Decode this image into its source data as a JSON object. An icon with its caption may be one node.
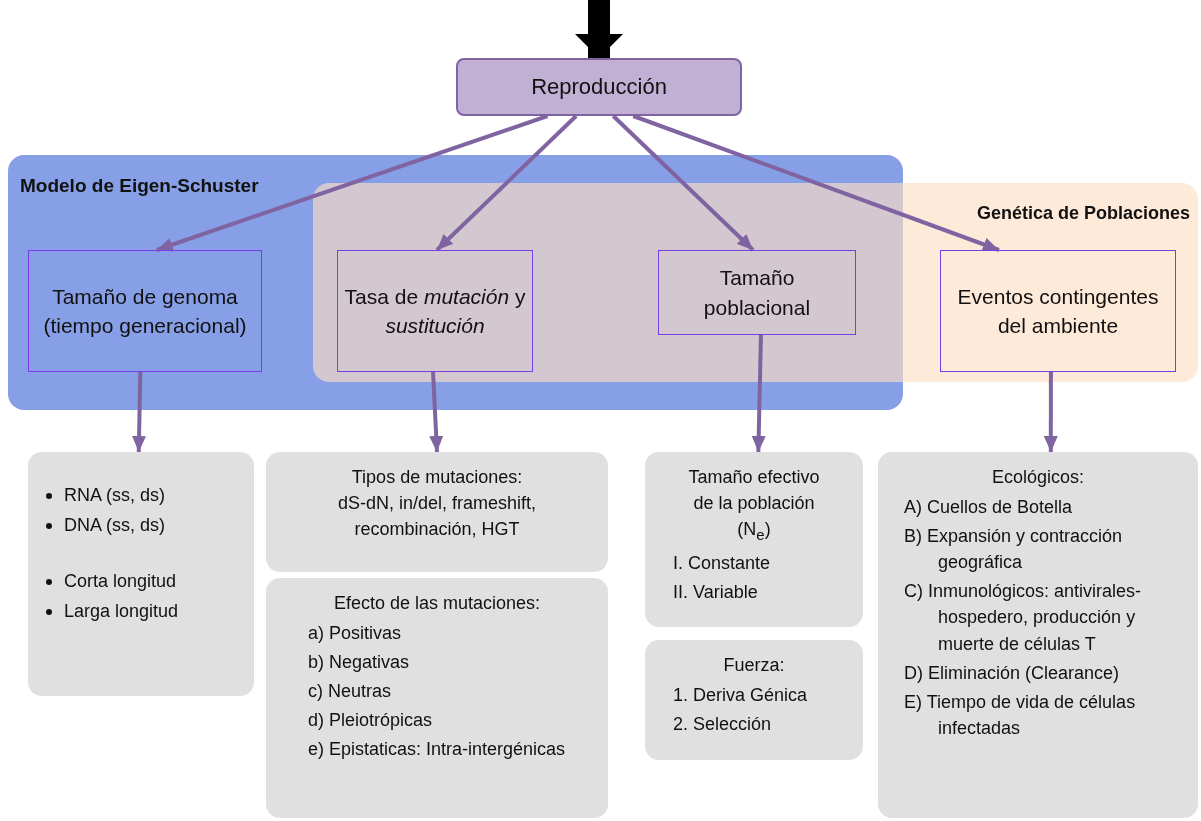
{
  "diagram": {
    "nodes": [
      {
        "text": [
          "Reproducción"
        ]
      },
      {
        "text": [
          "Modelo de Eigen-Schuster"
        ]
      },
      {
        "text": [
          "Genética de Poblaciones"
        ]
      },
      {
        "text": [
          "Tamaño de genoma (tiempo generacional)"
        ],
        "in": 1
      },
      {
        "text": [
          "Tasa de *mutación* y *sustitución*"
        ]
      },
      {
        "text": [
          "Tamaño poblacional"
        ]
      },
      {
        "text": [
          "Eventos contingentes del ambiente"
        ],
        "in": 2
      },
      {
        "text": [
          "RNA (ss, ds)",
          "DNA (ss, ds)",
          "Corta longitud",
          "Larga longitud"
        ]
      },
      {
        "text": [
          "Tipos de mutaciones:",
          "dS-dN, in/del, frameshift, recombinación, HGT"
        ]
      },
      {
        "text": [
          "Efecto de las mutaciones:",
          "a) Positivas",
          "b) Negativas",
          "c) Neutras",
          "d) Pleiotrópicas",
          "e) Epistaticas: Intra-intergénicas"
        ]
      },
      {
        "text": [
          "Tamaño efectivo de la población (N$_{e}$)",
          "I. Constante",
          "II. Variable"
        ]
      },
      {
        "text": [
          "Fuerza:",
          "1. Deriva Génica",
          "2. Selección"
        ]
      },
      {
        "text": [
          "Ecológicos:",
          "A) Cuellos de Botella",
          "B) Expansión y contracción geográfica",
          "C) Inmunológicos: antivirales-hospedero, producción y muerte de células T",
          "D) Eliminación (Clearance)",
          "E) Tiempo de vida de células infectadas"
        ]
      }
    ],
    "edges": [
      {
        "from": null,
        "to": 0,
        "arrow": "to",
        "style": "thick",
        "color": "#000000"
      },
      {
        "from": 0,
        "to": 3,
        "arrow": "to"
      },
      {
        "from": 0,
        "to": 4,
        "arrow": "to"
      },
      {
        "from": 0,
        "to": 5,
        "arrow": "to"
      },
      {
        "from": 0,
        "to": 6,
        "arrow": "to"
      },
      {
        "from": 3,
        "to": 7,
        "arrow": "to"
      },
      {
        "from": 4,
        "to": 8,
        "arrow": "to"
      },
      {
        "from": 5,
        "to": 10,
        "arrow": "to"
      },
      {
        "from": 6,
        "to": 12,
        "arrow": "to"
      }
    ]
  }
}
